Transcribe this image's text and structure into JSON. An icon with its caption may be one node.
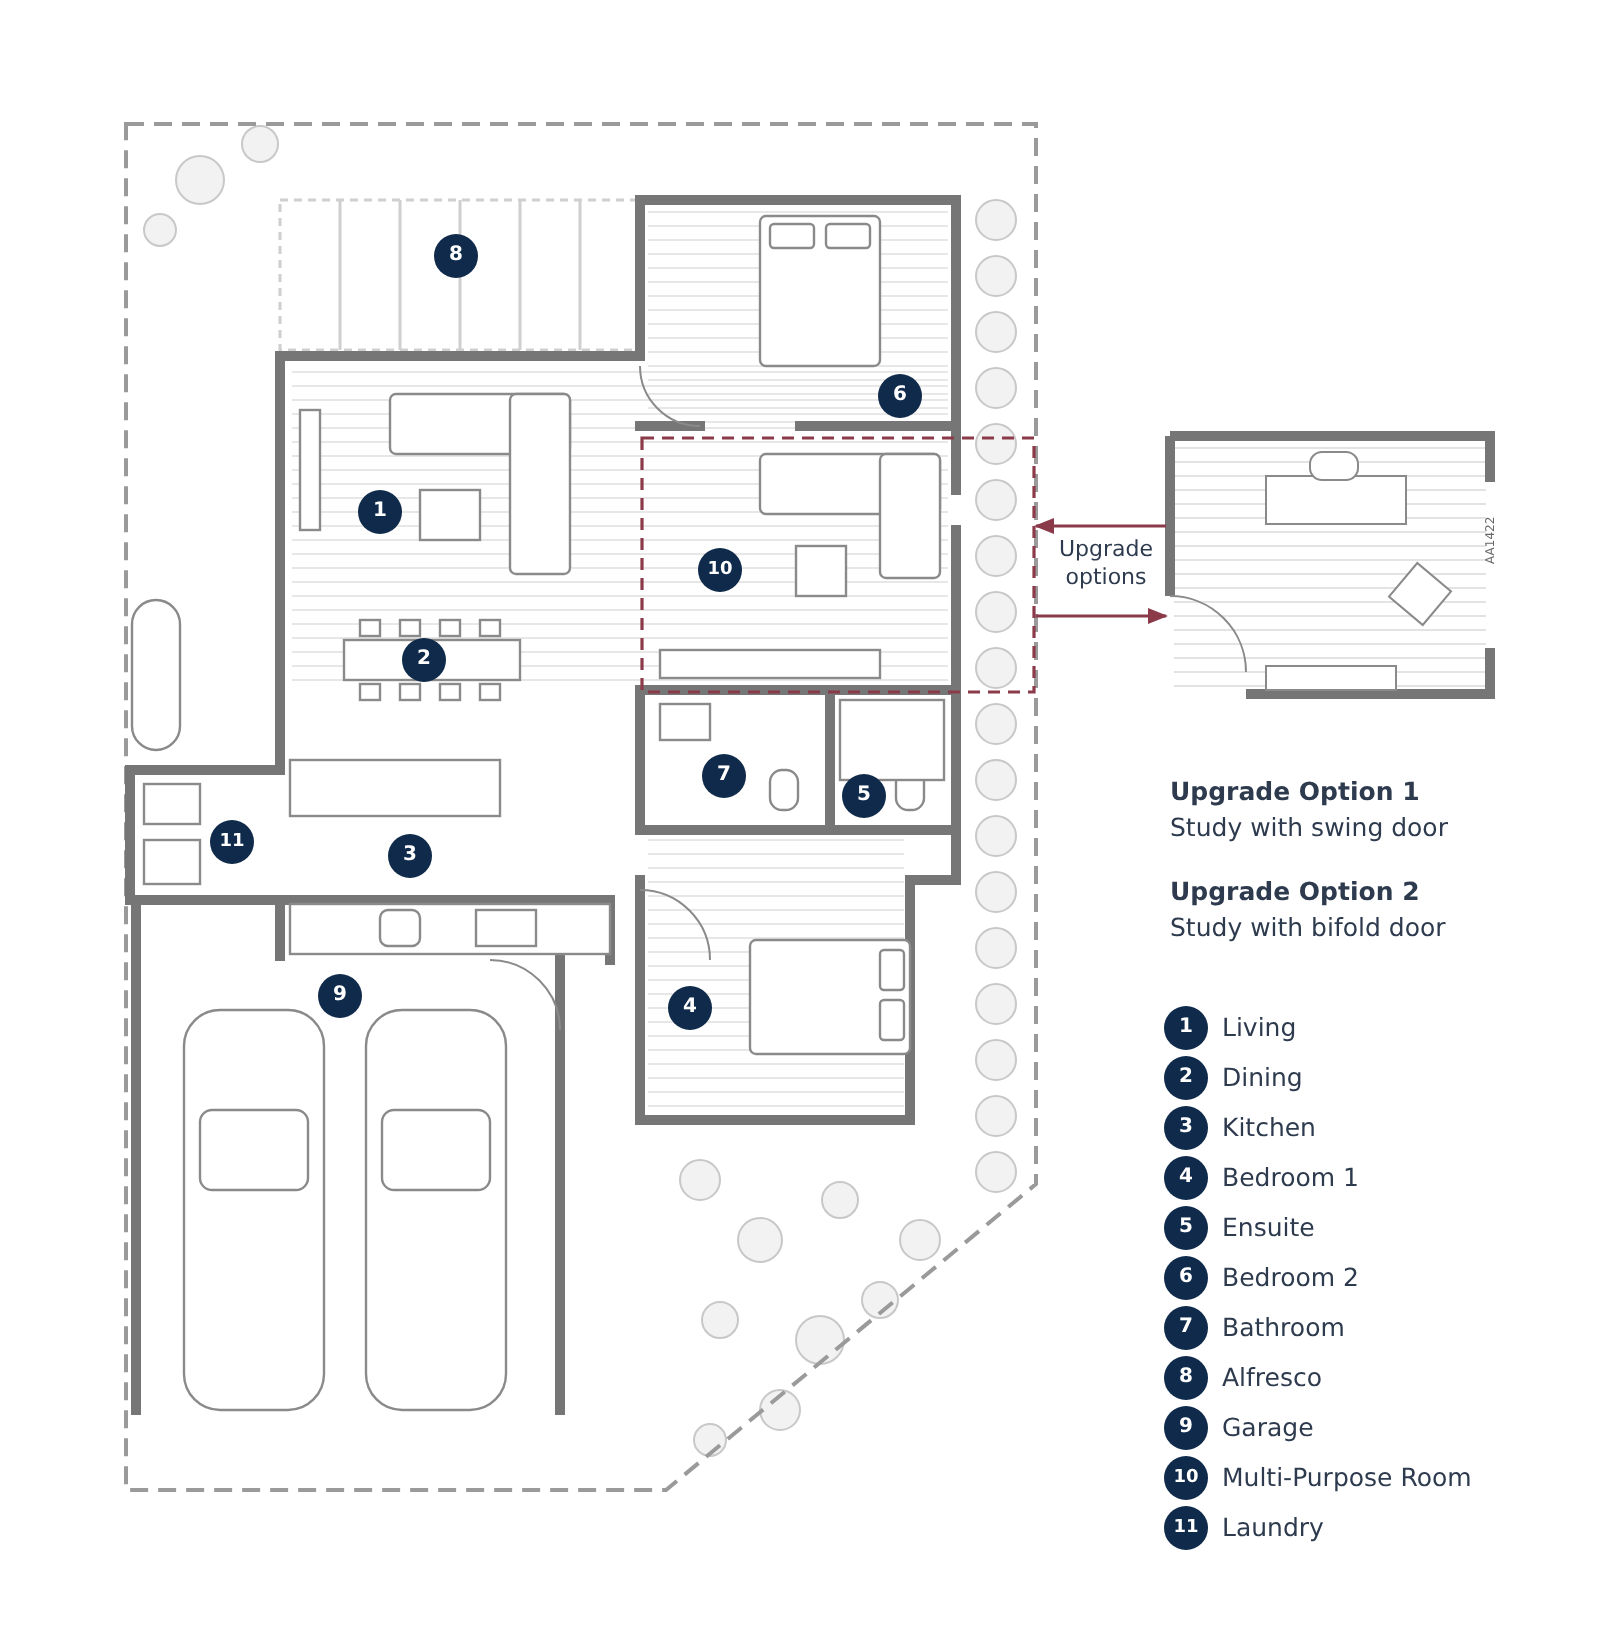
{
  "diagram": {
    "nodes": [
      {
        "text": [],
        "shape": "box"
      },
      {
        "text": [],
        "shape": "picture"
      }
    ],
    "edges": [
      {
        "from": 1,
        "to": 0,
        "arrow": "to"
      },
      {
        "from": 0,
        "to": 1,
        "arrow": "to"
      }
    ],
    "labels": [
      "8",
      "6",
      "1",
      "10",
      "Upgrade options",
      "AA1422",
      "2",
      "7",
      "5",
      "Upgrade Option 1",
      "Study with swing door",
      "11",
      "3",
      "Upgrade Option 2",
      "Study with bifold door",
      "9",
      "4",
      "1",
      "Living",
      "2",
      "Dining",
      "3",
      "Kitchen",
      "4",
      "Bedroom 1",
      "5",
      "Ensuite",
      "6",
      "Bedroom 2",
      "7",
      "Bathroom",
      "8",
      "Alfresco",
      "9",
      "Garage",
      "10",
      "Multi-Purpose Room",
      "11",
      "Laundry"
    ]
  }
}
